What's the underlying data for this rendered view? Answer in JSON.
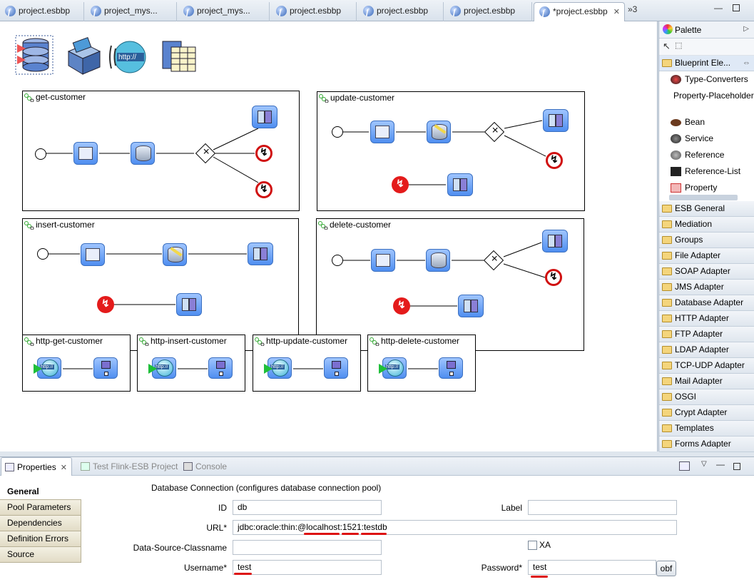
{
  "editor_tabs": [
    {
      "label": "project.esbbp"
    },
    {
      "label": "project_mys..."
    },
    {
      "label": "project_mys..."
    },
    {
      "label": "project.esbbp"
    },
    {
      "label": "project.esbbp"
    },
    {
      "label": "project.esbbp"
    },
    {
      "label": "*project.esbbp",
      "active": true
    }
  ],
  "tab_overflow": "»3",
  "routes": {
    "get": "get-customer",
    "update": "update-customer",
    "insert": "insert-customer",
    "delete": "delete-customer",
    "http_get": "http-get-customer",
    "http_insert": "http-insert-customer",
    "http_update": "http-update-customer",
    "http_delete": "http-delete-customer"
  },
  "http_label": "http://",
  "palette": {
    "title": "Palette",
    "open_drawer": "Blueprint Ele...",
    "entries": [
      "Type-Converters",
      "Property-Placeholder",
      "Bean",
      "Service",
      "Reference",
      "Reference-List",
      "Property"
    ],
    "drawers": [
      "ESB General",
      "Mediation",
      "Groups",
      "File Adapter",
      "SOAP Adapter",
      "JMS Adapter",
      "Database Adapter",
      "HTTP Adapter",
      "FTP Adapter",
      "LDAP Adapter",
      "TCP-UDP Adapter",
      "Mail Adapter",
      "OSGI",
      "Crypt Adapter",
      "Templates",
      "Forms Adapter"
    ]
  },
  "views": {
    "properties": "Properties",
    "test": "Test Flink-ESB Project",
    "console": "Console"
  },
  "side_tabs": [
    "General",
    "Pool Parameters",
    "Dependencies",
    "Definition Errors",
    "Source"
  ],
  "form": {
    "section_title": "Database Connection (configures database connection pool)",
    "id_label": "ID",
    "id_value": "db",
    "label_label": "Label",
    "label_value": "",
    "url_label": "URL*",
    "url_value": "jdbc:oracle:thin:@localhost:1521:testdb",
    "classname_label": "Data-Source-Classname",
    "classname_value": "",
    "xa_label": "XA",
    "xa_checked": false,
    "username_label": "Username*",
    "username_value": "test",
    "password_label": "Password*",
    "password_value": "test",
    "obf_button": "obf"
  }
}
